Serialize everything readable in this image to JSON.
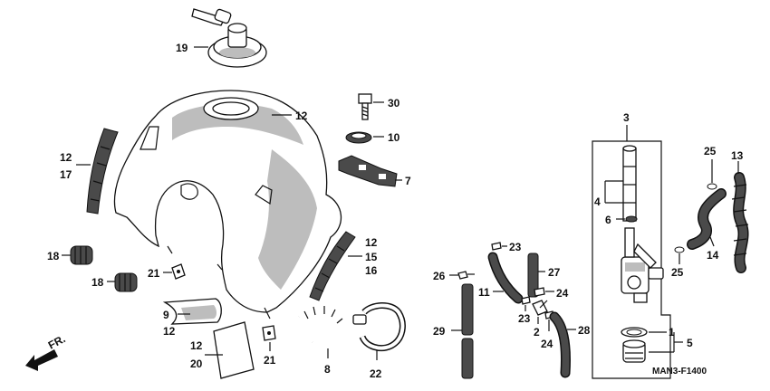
{
  "diagram": {
    "reference_code": "MAN3-F1400",
    "direction_label": "FR.",
    "part_labels": {
      "p19": "19",
      "p30": "30",
      "p12a": "12",
      "p10": "10",
      "p7": "7",
      "p12b": "12",
      "p17": "17",
      "p18a": "18",
      "p18b": "18",
      "p21a": "21",
      "p9": "9",
      "p12c": "12",
      "p12d": "12",
      "p20": "20",
      "p21b": "21",
      "p8": "8",
      "p22": "22",
      "p12e": "12",
      "p15": "15",
      "p16": "16",
      "p23a": "23",
      "p26": "26",
      "p27": "27",
      "p11": "11",
      "p24a": "24",
      "p23b": "23",
      "p2": "2",
      "p24b": "24",
      "p29": "29",
      "p28": "28",
      "p3": "3",
      "p4": "4",
      "p6": "6",
      "p25a": "25",
      "p13": "13",
      "p14": "14",
      "p25b": "25",
      "p1": "1",
      "p5": "5"
    }
  }
}
